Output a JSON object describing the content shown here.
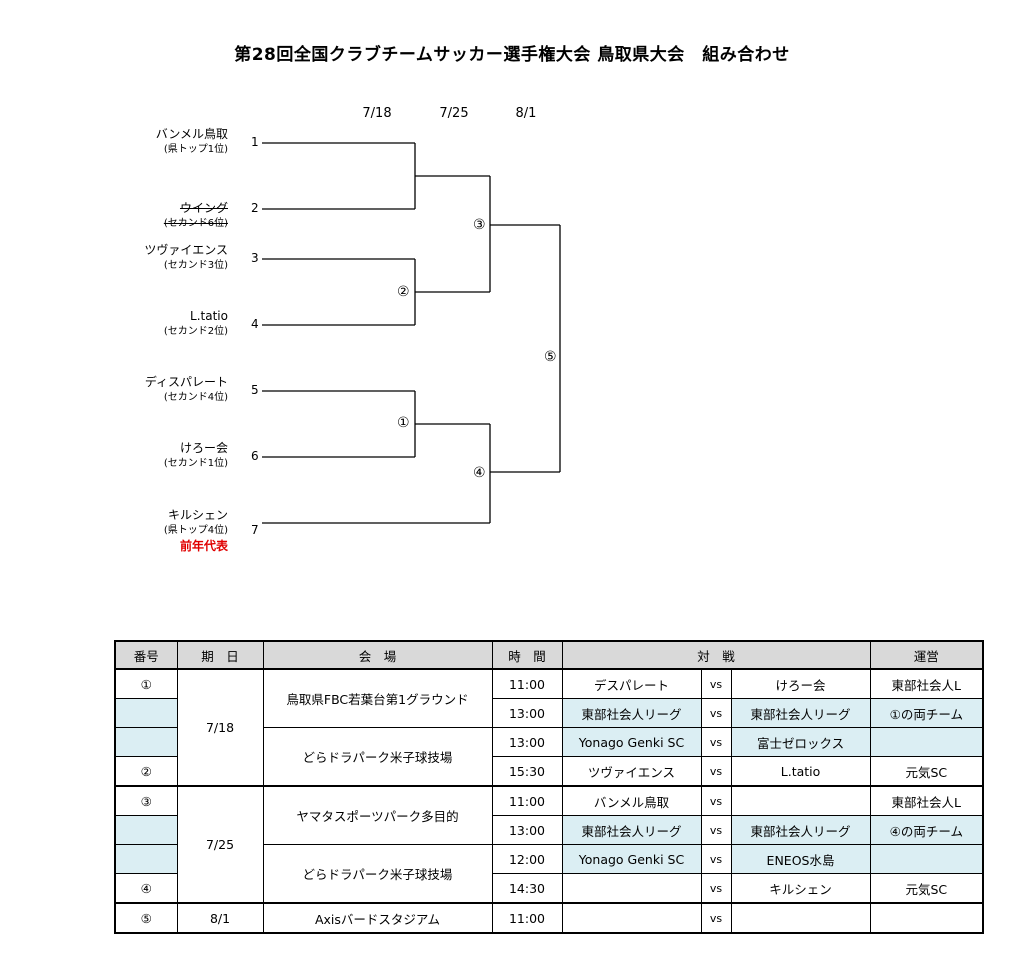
{
  "title": "第28回全国クラブチームサッカー選手権大会 鳥取県大会　組み合わせ",
  "bracket": {
    "dates": [
      "7/18",
      "7/25",
      "8/1"
    ],
    "teams": [
      {
        "num": "1",
        "name": "バンメル鳥取",
        "sub": "(県トップ1位)",
        "struck": false
      },
      {
        "num": "2",
        "name": "ウイング",
        "sub": "(セカンド6位)",
        "struck": true
      },
      {
        "num": "3",
        "name": "ツヴァイエンス",
        "sub": "(セカンド3位)",
        "struck": false
      },
      {
        "num": "4",
        "name": "L.tatio",
        "sub": "(セカンド2位)",
        "struck": false
      },
      {
        "num": "5",
        "name": "ディスパレート",
        "sub": "(セカンド4位)",
        "struck": false
      },
      {
        "num": "6",
        "name": "けろー会",
        "sub": "(セカンド1位)",
        "struck": false
      },
      {
        "num": "7",
        "name": "キルシェン",
        "sub": "(県トップ4位)",
        "struck": false,
        "note": "前年代表"
      }
    ],
    "match_marks": [
      "③",
      "②",
      "⑤",
      "①",
      "④"
    ],
    "note_color": "#e00000"
  },
  "schedule": {
    "headers": [
      "番号",
      "期　日",
      "会　場",
      "時　間",
      "対　戦",
      "運営"
    ],
    "rows": [
      {
        "no": "①",
        "date": "7/18",
        "venue": "鳥取県FBC若葉台第1グラウンド",
        "time": "11:00",
        "home": "デスパレート",
        "vs": "vs",
        "away": "けろー会",
        "op": "東部社会人L"
      },
      {
        "no": "",
        "time": "13:00",
        "home": "東部社会人リーグ",
        "vs": "vs",
        "away": "東部社会人リーグ",
        "op": "①の両チーム"
      },
      {
        "no": "",
        "venue": "どらドラパーク米子球技場",
        "time": "13:00",
        "home": "Yonago Genki SC",
        "vs": "vs",
        "away": "富士ゼロックス",
        "op": ""
      },
      {
        "no": "②",
        "time": "15:30",
        "home": "ツヴァイエンス",
        "vs": "vs",
        "away": "L.tatio",
        "op": "元気SC"
      },
      {
        "no": "③",
        "date": "7/25",
        "venue": "ヤマタスポーツパーク多目的",
        "time": "11:00",
        "home": "バンメル鳥取",
        "vs": "vs",
        "away": "",
        "op": "東部社会人L"
      },
      {
        "no": "",
        "time": "13:00",
        "home": "東部社会人リーグ",
        "vs": "vs",
        "away": "東部社会人リーグ",
        "op": "④の両チーム"
      },
      {
        "no": "",
        "venue": "どらドラパーク米子球技場",
        "time": "12:00",
        "home": "Yonago Genki SC",
        "vs": "vs",
        "away": "ENEOS水島",
        "op": ""
      },
      {
        "no": "④",
        "time": "14:30",
        "home": "",
        "vs": "vs",
        "away": "キルシェン",
        "op": "元気SC"
      },
      {
        "no": "⑤",
        "date": "8/1",
        "venue": "Axisバードスタジアム",
        "time": "11:00",
        "home": "",
        "vs": "vs",
        "away": "",
        "op": ""
      }
    ]
  }
}
